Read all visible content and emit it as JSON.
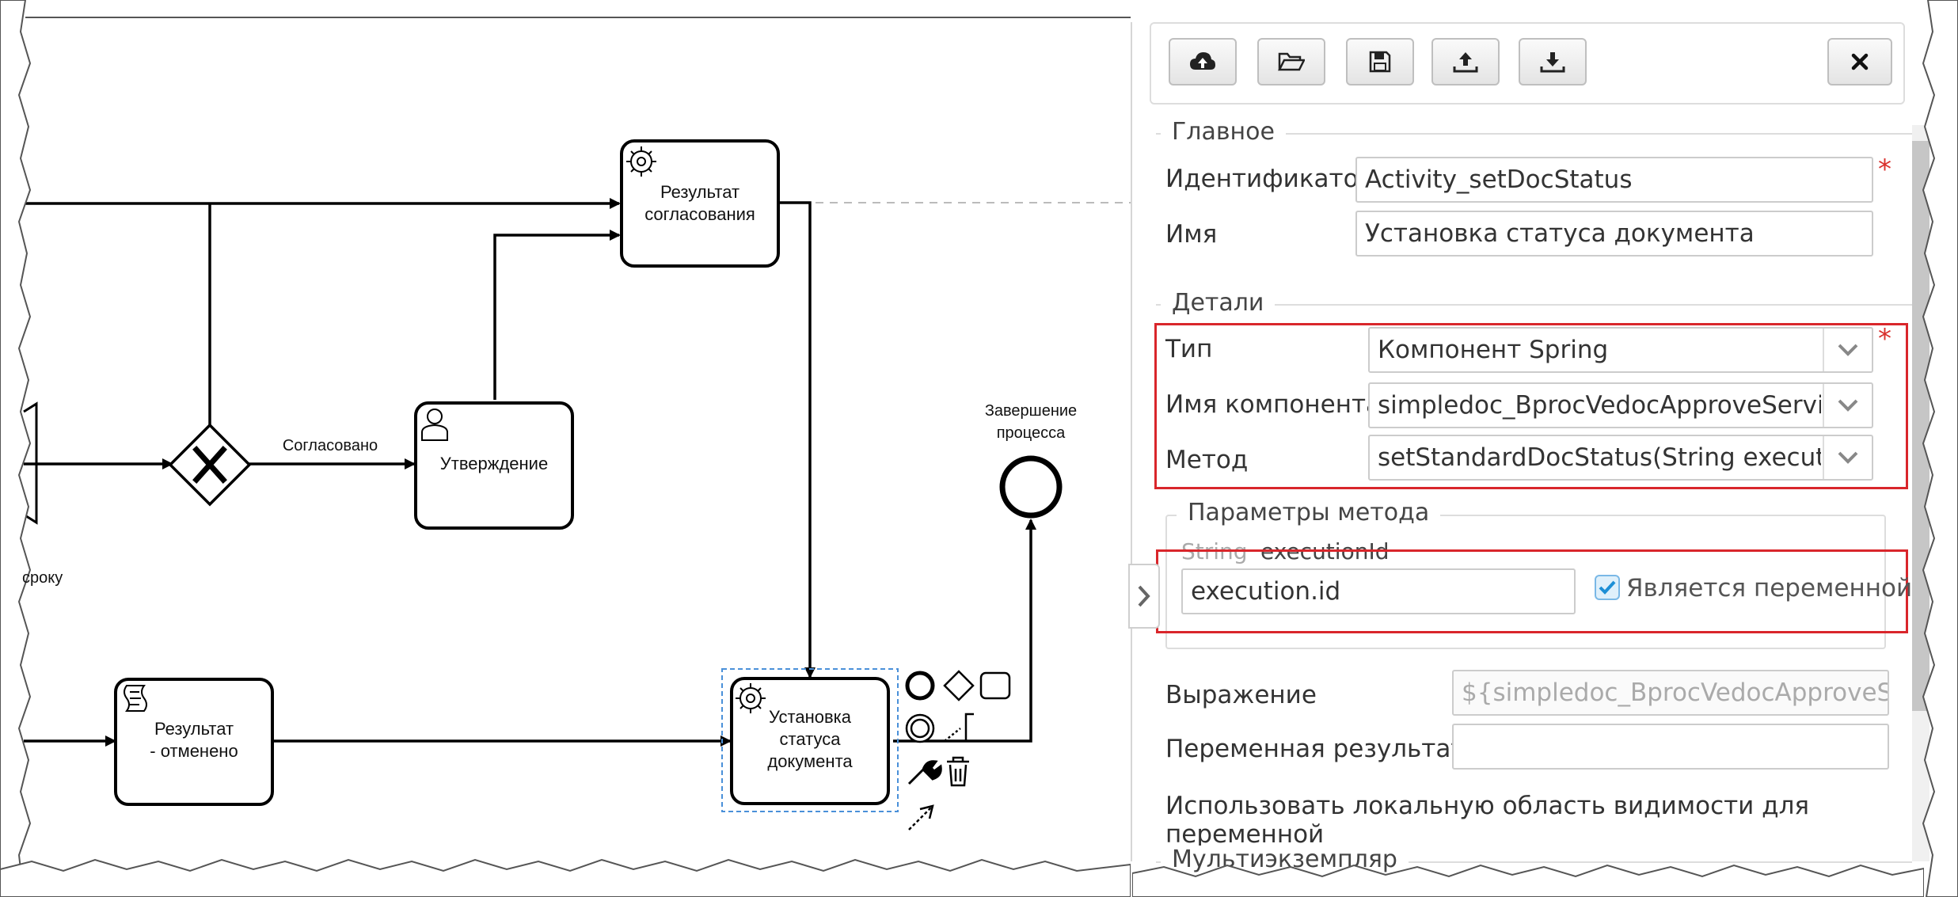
{
  "diagram": {
    "tasks": {
      "approval_result": [
        "Результат",
        "согласования"
      ],
      "approval": "Утверждение",
      "cancelled_result": [
        "Результат",
        "- отменено"
      ],
      "set_status": [
        "Установка",
        "статуса",
        "документа"
      ]
    },
    "flow_label_approved": "Согласовано",
    "end_event_label": [
      "Завершение",
      "процесса"
    ],
    "partial_label": "сроку"
  },
  "toolbar": {
    "buttons": [
      "upload-cloud-icon",
      "folder-open-icon",
      "save-icon",
      "export-icon",
      "import-icon"
    ],
    "close": "close-icon"
  },
  "form": {
    "main_legend": "Главное",
    "id_label": "Идентификатор",
    "id_value": "Activity_setDocStatus",
    "name_label": "Имя",
    "name_value": "Установка статуса документа",
    "details_legend": "Детали",
    "type_label": "Тип",
    "type_value": "Компонент Spring",
    "component_label": "Имя компонента",
    "component_value": "simpledoc_BprocVedocApproveService",
    "method_label": "Метод",
    "method_value": "setStandardDocStatus(String executionId)",
    "params_legend": "Параметры метода",
    "param_type": "String",
    "param_name": "executionId",
    "param_value": "execution.id",
    "param_is_variable_label": "Является переменной",
    "param_is_variable": true,
    "expression_label": "Выражение",
    "expression_value": "${simpledoc_BprocVedocApproveService.setStandardDocStatus(execution.id)}",
    "result_var_label": "Переменная результата",
    "result_var_value": "",
    "local_scope_label": "Использовать локальную область видимости для переменной",
    "multi_legend": "Мультиэкземпляр"
  },
  "colors": {
    "highlight": "#d9262b",
    "selection": "#4a90d9",
    "required": "#d9302c"
  }
}
